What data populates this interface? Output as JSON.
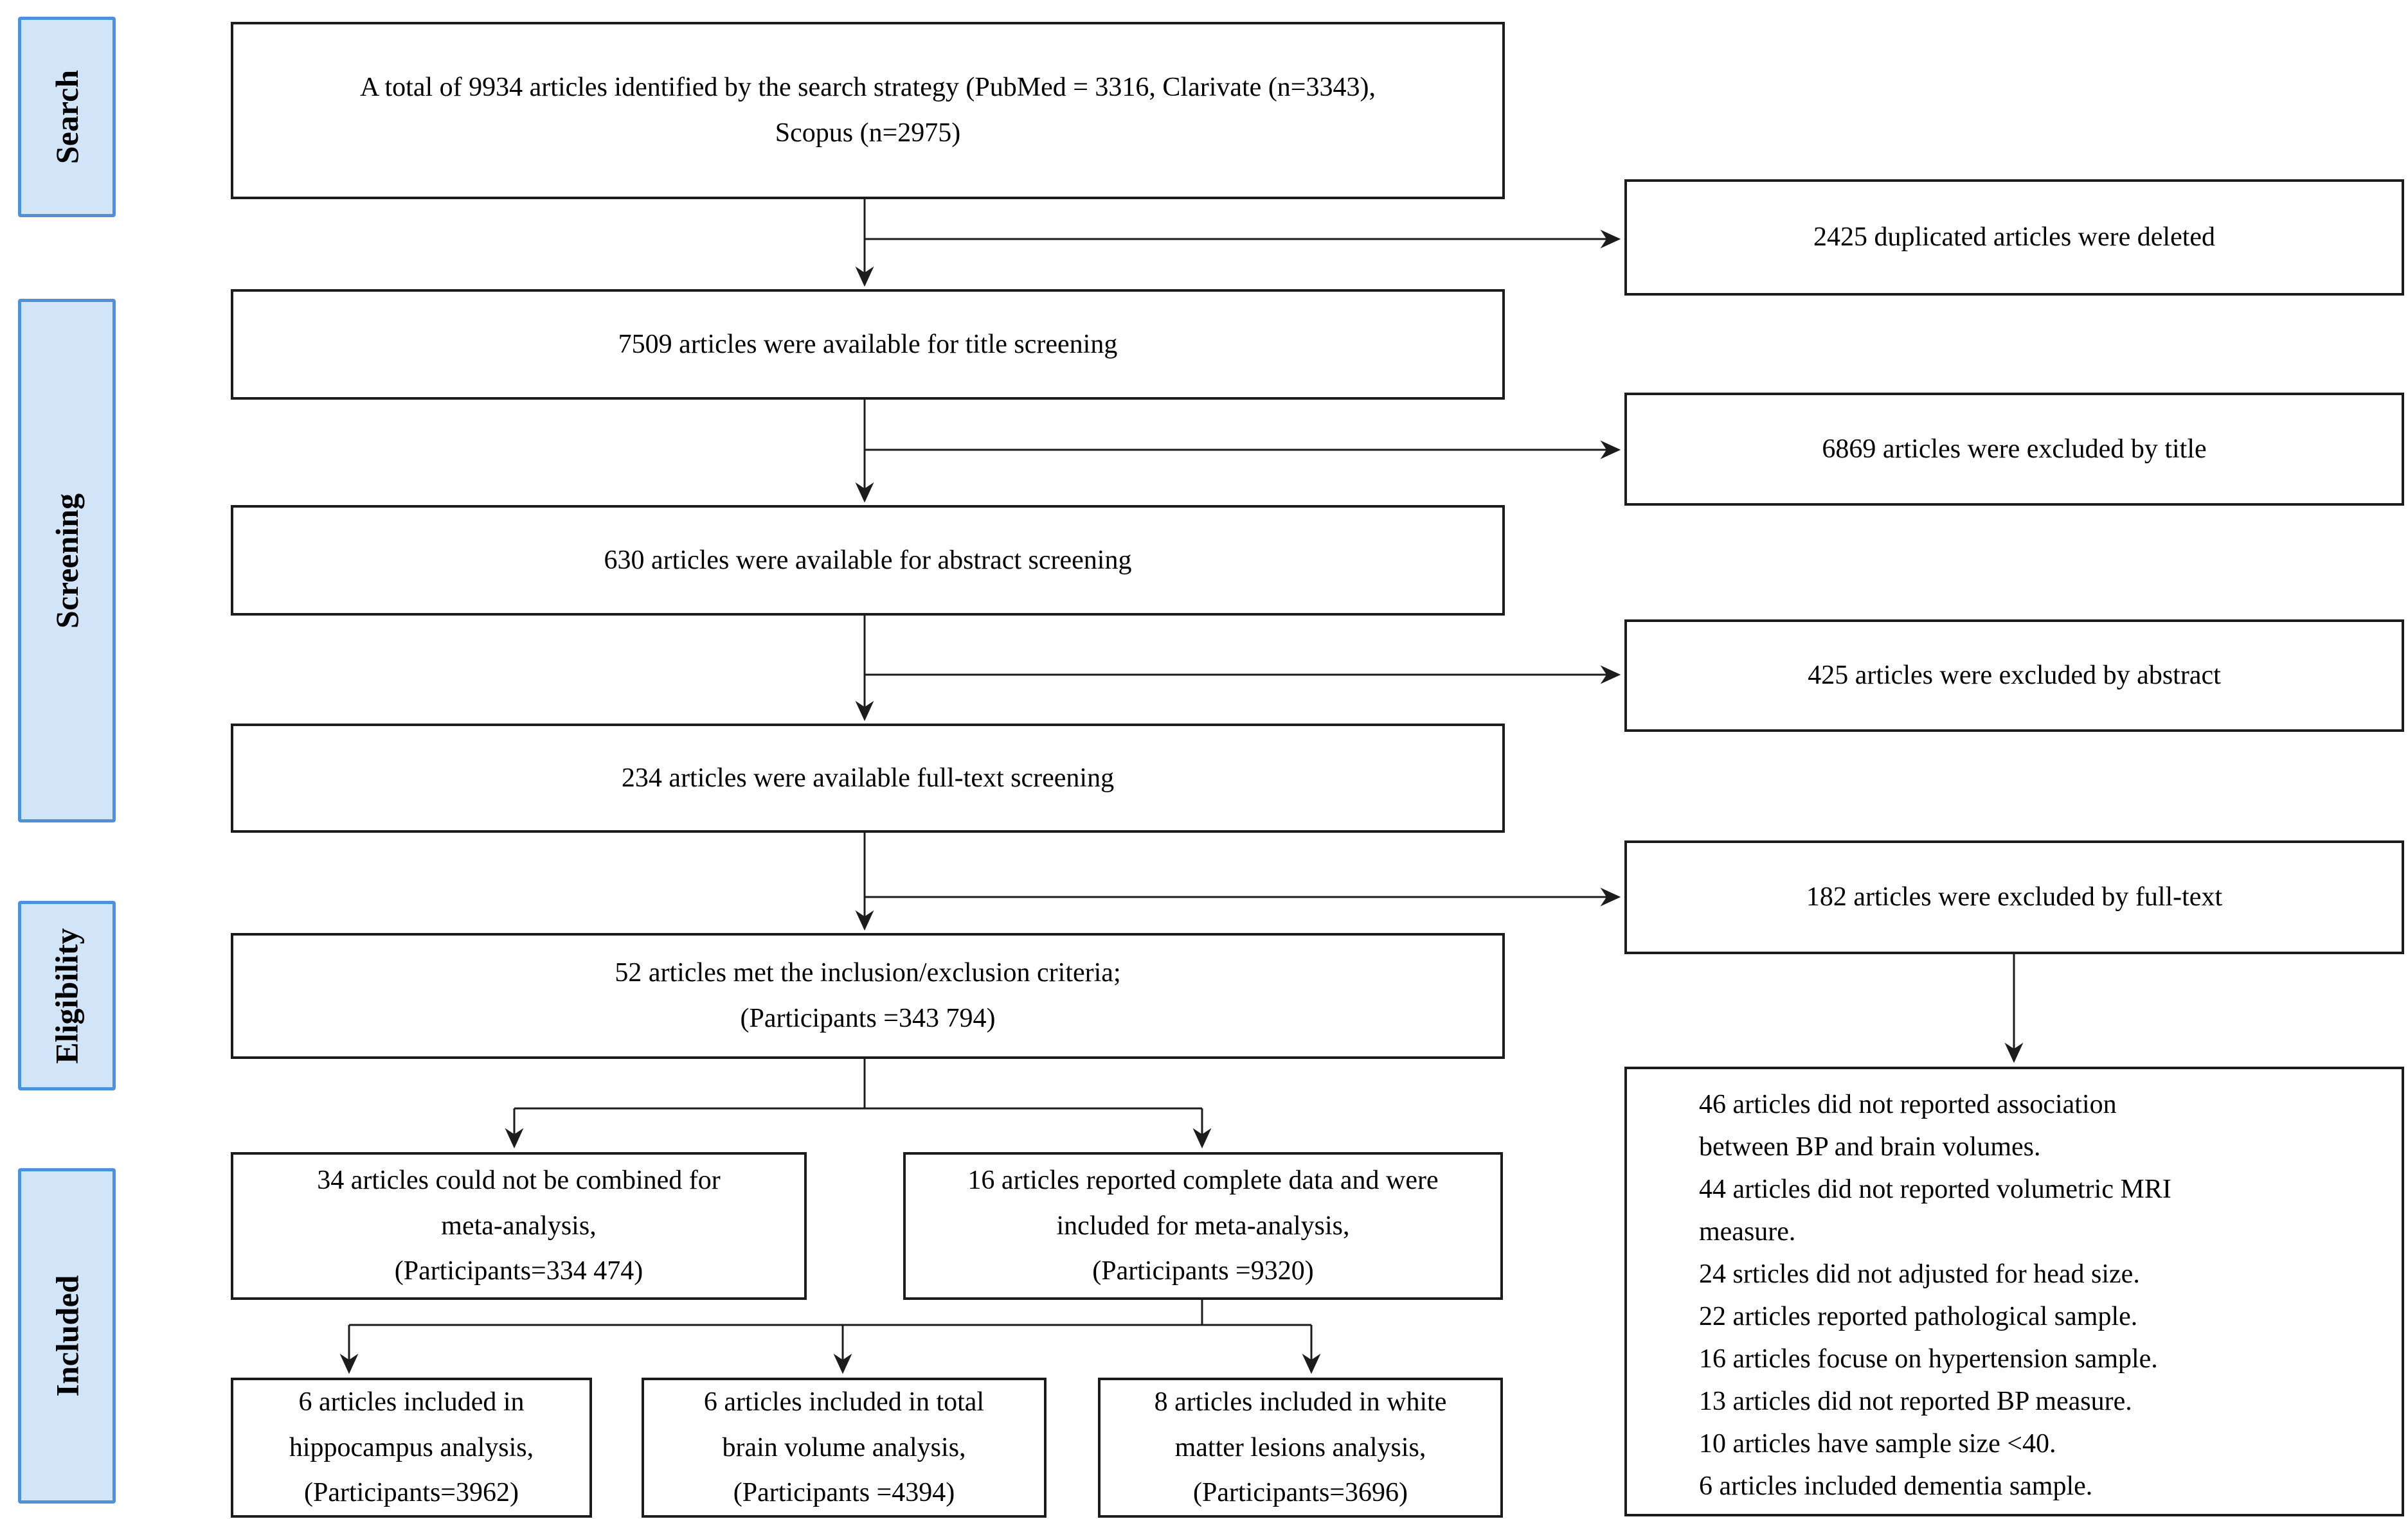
{
  "diagram": {
    "stages": {
      "search": "Search",
      "screening": "Screening",
      "eligibility": "Eligibility",
      "included": "Included"
    },
    "boxes": {
      "identified": {
        "lines": [
          "A total of 9934 articles identified by the search strategy (PubMed = 3316, Clarivate (n=3343),",
          "Scopus (n=2975)"
        ]
      },
      "title_screening": {
        "lines": [
          "7509 articles were available for title screening"
        ]
      },
      "abstract_screening": {
        "lines": [
          "630 articles were available for abstract screening"
        ]
      },
      "fulltext_screening": {
        "lines": [
          "234 articles were available full-text screening"
        ]
      },
      "criteria_met": {
        "lines": [
          "52 articles met the inclusion/exclusion criteria;",
          "(Participants =343 794)"
        ]
      },
      "not_combined": {
        "lines": [
          "34 articles could not be combined for",
          "meta-analysis,",
          "(Participants=334 474)"
        ]
      },
      "included_meta": {
        "lines": [
          "16 articles reported complete data and were",
          "included for meta-analysis,",
          "(Participants =9320)"
        ]
      },
      "hippocampus": {
        "lines": [
          "6 articles included in",
          "hippocampus analysis,",
          "(Participants=3962)"
        ]
      },
      "total_brain": {
        "lines": [
          "6 articles included in total",
          "brain volume analysis,",
          "(Participants =4394)"
        ]
      },
      "white_matter": {
        "lines": [
          "8 articles included in white",
          "matter lesions analysis,",
          "(Participants=3696)"
        ]
      },
      "duplicates_deleted": {
        "lines": [
          "2425 duplicated articles were deleted"
        ]
      },
      "excluded_title": {
        "lines": [
          "6869 articles were excluded by title"
        ]
      },
      "excluded_abstract": {
        "lines": [
          "425 articles were excluded by abstract"
        ]
      },
      "excluded_fulltext": {
        "lines": [
          "182 articles were excluded by full-text"
        ]
      },
      "exclusion_reasons": {
        "lines": [
          "46 articles did not reported association",
          "between BP and brain volumes.",
          "44 articles did not reported volumetric MRI",
          "measure.",
          "24 srticles did not adjusted for head size.",
          "22 articles reported pathological sample.",
          "16 articles focuse on hypertension sample.",
          "13 articles did not reported BP measure.",
          "10 articles have sample size <40.",
          "6 articles included dementia sample."
        ]
      }
    },
    "colors": {
      "stage_fill": "#d2e5f8",
      "stage_border": "#4d92d9",
      "box_border": "#1c1c1c",
      "arrow": "#1c1c1c"
    }
  }
}
